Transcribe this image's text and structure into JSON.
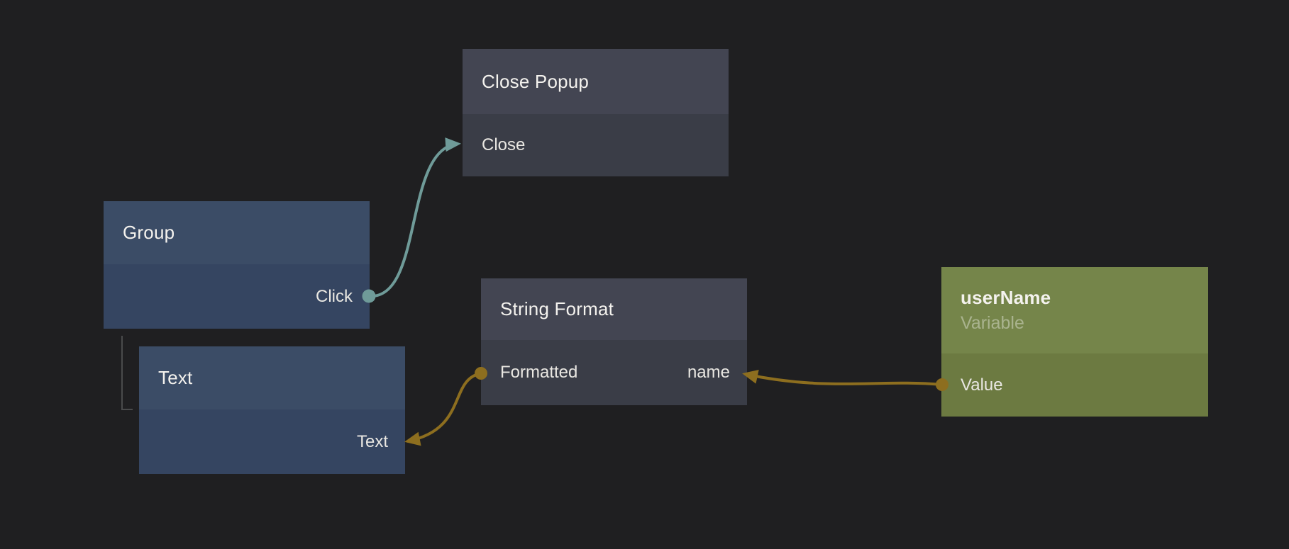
{
  "app": {
    "name": "node-graph-editor",
    "view": "visual-programming-canvas",
    "background_color": "#1f1f21"
  },
  "colors": {
    "signal_connection": "#6f9b99",
    "value_connection": "#8d6e1f",
    "hierarchy_line": "#4a4b4c",
    "node_blue_header": "#3b4c66",
    "node_blue_body": "#354561",
    "node_dark_header": "#434552",
    "node_dark_body": "#3a3d47",
    "node_olive_header": "#75854a",
    "node_olive_body": "#6c7a41",
    "title_text": "#f4f2ee",
    "port_text": "#e9e7e2",
    "subtitle_text": "rgba(255,255,255,0.38)"
  },
  "nodes": {
    "close_popup": {
      "title": "Close Popup",
      "theme": "dark",
      "ports": {
        "close": {
          "label": "Close",
          "side": "left",
          "connector": "arrow-input"
        }
      }
    },
    "group": {
      "title": "Group",
      "theme": "blue",
      "ports": {
        "click": {
          "label": "Click",
          "side": "right",
          "connector": "dot-output"
        }
      }
    },
    "text": {
      "title": "Text",
      "theme": "blue",
      "ports": {
        "text": {
          "label": "Text",
          "side": "right",
          "connector": "arrow-input"
        }
      }
    },
    "string_format": {
      "title": "String Format",
      "theme": "dark",
      "ports": {
        "formatted": {
          "label": "Formatted",
          "side": "left",
          "connector": "dot-output"
        },
        "name": {
          "label": "name",
          "side": "right",
          "connector": "arrow-input"
        }
      }
    },
    "user_name": {
      "title": "userName",
      "subtitle": "Variable",
      "theme": "olive",
      "ports": {
        "value": {
          "label": "Value",
          "side": "left",
          "connector": "dot-output"
        }
      }
    }
  },
  "connections": [
    {
      "from": "Group.Click",
      "to": "Close Popup.Close",
      "kind": "signal",
      "color": "#6f9b99"
    },
    {
      "from": "String Format.Formatted",
      "to": "Text.Text",
      "kind": "value",
      "color": "#8d6e1f"
    },
    {
      "from": "userName.Value",
      "to": "String Format.name",
      "kind": "value",
      "color": "#8d6e1f"
    }
  ],
  "hierarchy": [
    {
      "parent": "Group",
      "child": "Text"
    }
  ]
}
